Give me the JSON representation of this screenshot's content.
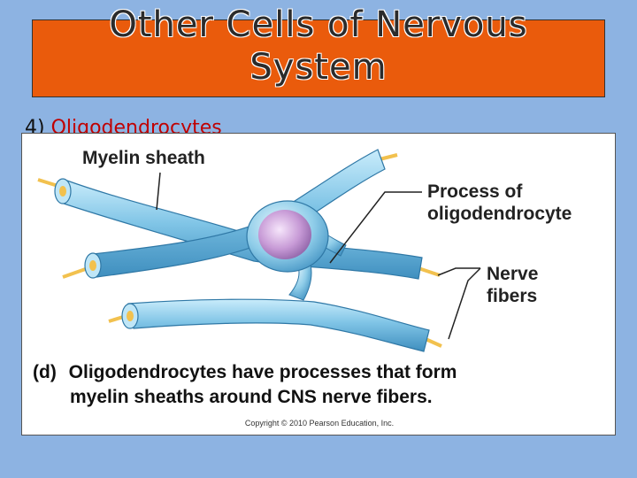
{
  "slide": {
    "title_line1": "Other Cells of Nervous",
    "title_line2": "System",
    "bullet_number": "4)",
    "bullet_term": "Oligodendrocytes"
  },
  "figure": {
    "label_myelin": "Myelin sheath",
    "label_process_line1": "Process of",
    "label_process_line2": "oligodendrocyte",
    "label_nerve_line1": "Nerve",
    "label_nerve_line2": "fibers",
    "caption_prefix": "(d)",
    "caption_line1": "Oligodendrocytes have processes that form",
    "caption_line2": "myelin sheaths around CNS nerve fibers.",
    "copyright": "Copyright © 2010 Pearson Education, Inc."
  },
  "colors": {
    "background": "#8db3e2",
    "title_box": "#ea5b0c",
    "bullet_term": "#c00000",
    "sheath": "#7fc4e6",
    "axon": "#f2c14e",
    "nucleus": "#c79ad6"
  }
}
